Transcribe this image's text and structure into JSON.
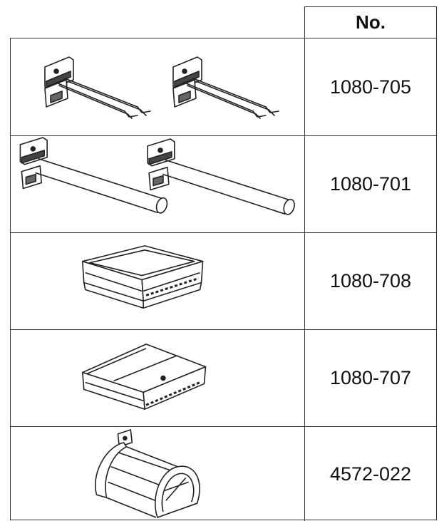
{
  "table": {
    "header": "No.",
    "rows": [
      {
        "number": "1080-705",
        "icon": "wire-hook-pair-icon"
      },
      {
        "number": "1080-701",
        "icon": "tube-hook-pair-icon"
      },
      {
        "number": "1080-708",
        "icon": "tray-icon"
      },
      {
        "number": "1080-707",
        "icon": "covered-box-icon"
      },
      {
        "number": "4572-022",
        "icon": "hose-holder-icon"
      }
    ]
  }
}
